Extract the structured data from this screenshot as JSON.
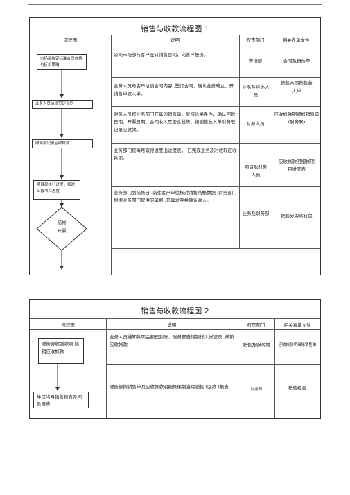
{
  "chart1": {
    "title": "销售与收款流程图    1",
    "headers": [
      "流程图",
      "说明",
      "权责部门",
      "相关表单文件"
    ],
    "flow": [
      "市场部拟定标准合同价格与折扣策略",
      "业务人员洽谈签定合同",
      "财务部记录应收帐款",
      "项目部执行进度，按时汇报项目进度",
      "结帐",
      "开票"
    ],
    "rows": [
      {
        "desc": "公司市场部与客户签订销售合同，向客户报价。",
        "dept": "市场部",
        "form": "合同及报价单"
      },
      {
        "desc": "业务人员与客户洽谈合同内容        ,签订合同，确认业务成立，开销售单收入单。",
        "dept": "业务及经办人员",
        "form": "销售合同销售收入单"
      },
      {
        "desc": "财务人员按业务部门开具的销售单，复核价格条件，确认回款日期，开票日期，合同收入是否含税等，按销售收入单财务联记录应收款。",
        "dept": "财务人员",
        "form": "应收帐款明细帐销售单 (财务联)"
      },
      {
        "desc": "业务部门按每月取得进度出进度表，   已完成业务及时收取应收款项。",
        "dept": "项目及财务人员",
        "form": "应收帐款明细帐项目进度表"
      },
      {
        "desc": "业务部门到结帐日   ,前往客户单位核对销售结帐数据 ,财务部门根据业务部门提供的单据 ,开具发票并确认收入。",
        "dept": "业务及财务部",
        "form": "销售发票结帐单"
      }
    ]
  },
  "chart2": {
    "title": "销售与收款流程图    2",
    "headers": [
      "流程图",
      "说明",
      "权责部门",
      "相关表单文件"
    ],
    "flow": [
      "财务部收到款项,核销应收帐款",
      "生成当月销售报表及回款报表"
    ],
    "rows": [
      {
        "desc": "业务人员通知款项金额已到账，财务部查询银行入帐记录  ,核销应收帐款  .",
        "dept": "销售及财务部",
        "form": "应收帐款明细帐销售单"
      },
      {
        "desc": "财务部按销售单及应收帐款明细帐编制当月销售 (回款 )报表",
        "dept": "财务部",
        "form": "销售报表"
      }
    ]
  }
}
